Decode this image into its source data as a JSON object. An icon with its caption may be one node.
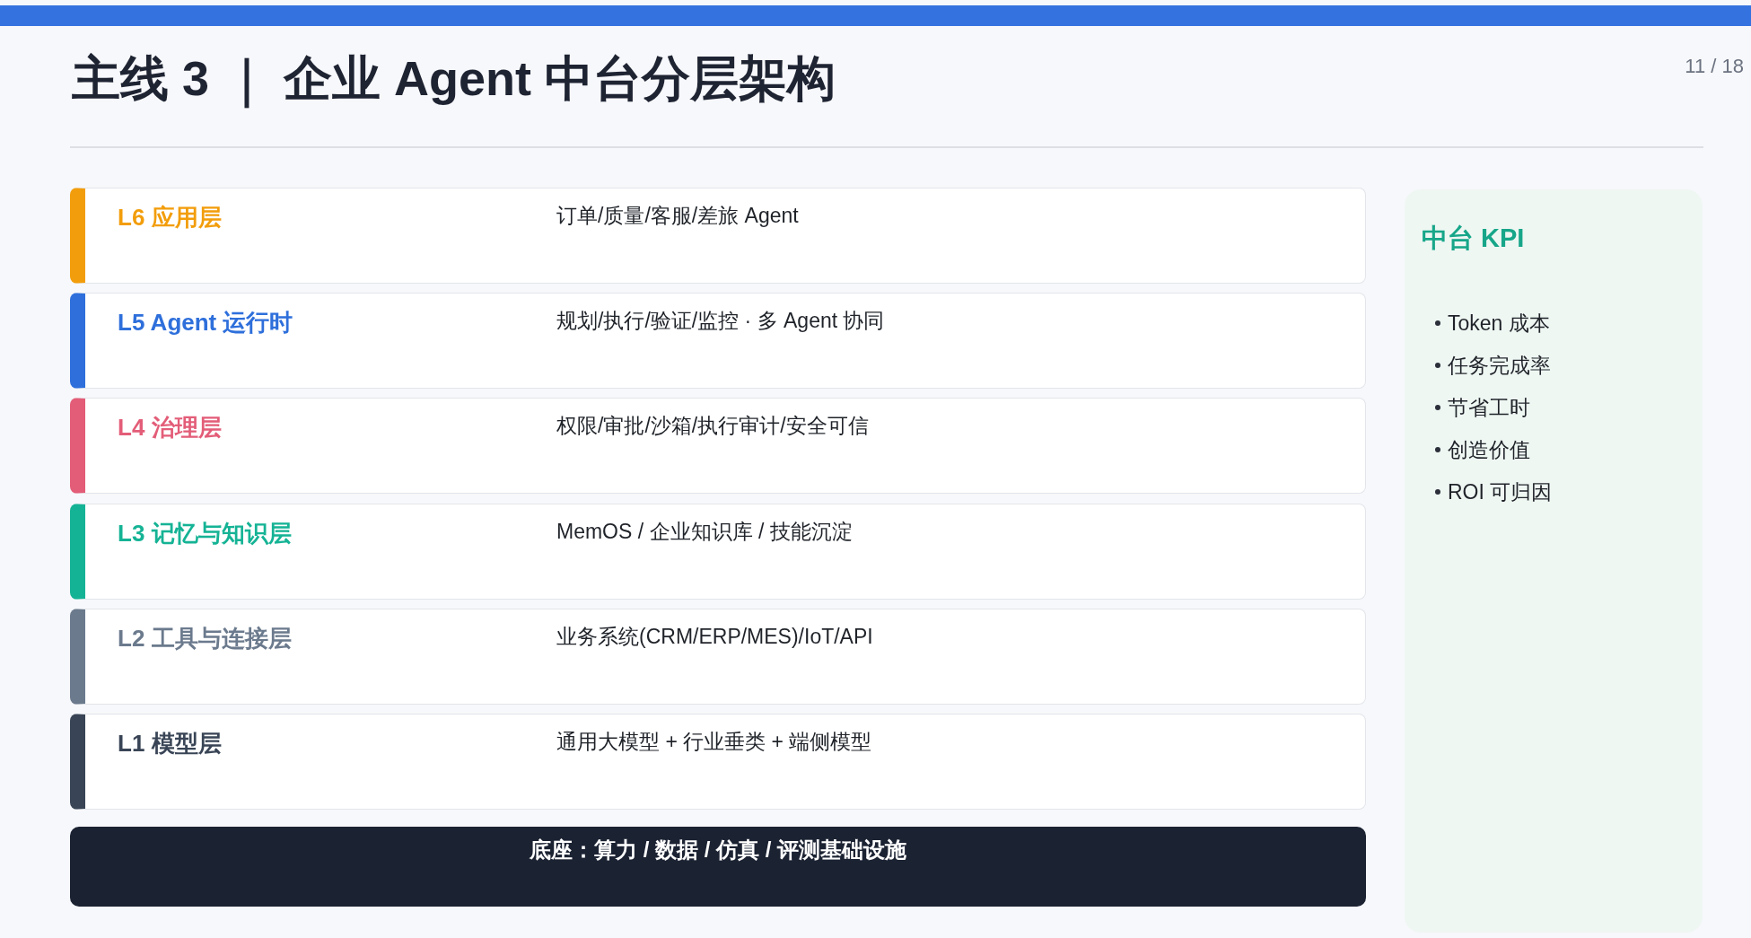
{
  "diagram": {
    "title": "主线 3 ｜ 企业 Agent 中台分层架构",
    "nodes": [
      {
        "text": [
          "L6 应用层",
          "订单/质量/客服/差旅 Agent"
        ]
      },
      {
        "text": [
          "L5 Agent 运行时",
          "规划/执行/验证/监控 · 多 Agent 协同"
        ]
      },
      {
        "text": [
          "L4 治理层",
          "权限/审批/沙箱/执行审计/安全可信"
        ]
      },
      {
        "text": [
          "L3 记忆与知识层",
          "MemOS / 企业知识库 / 技能沉淀"
        ]
      },
      {
        "text": [
          "L2 工具与连接层",
          "业务系统(CRM/ERP/MES)/IoT/API"
        ]
      },
      {
        "text": [
          "L1 模型层",
          "通用大模型 + 行业垂类 + 端侧模型"
        ]
      },
      {
        "text": [
          "底座：算力 / 数据 / 仿真 / 评测基础设施"
        ]
      },
      {
        "text": [
          "中台 KPI",
          "Token 成本",
          "任务完成率",
          "节省工时",
          "创造价值",
          "ROI 可归因"
        ]
      }
    ],
    "labels": [
      "11 / 18"
    ]
  }
}
